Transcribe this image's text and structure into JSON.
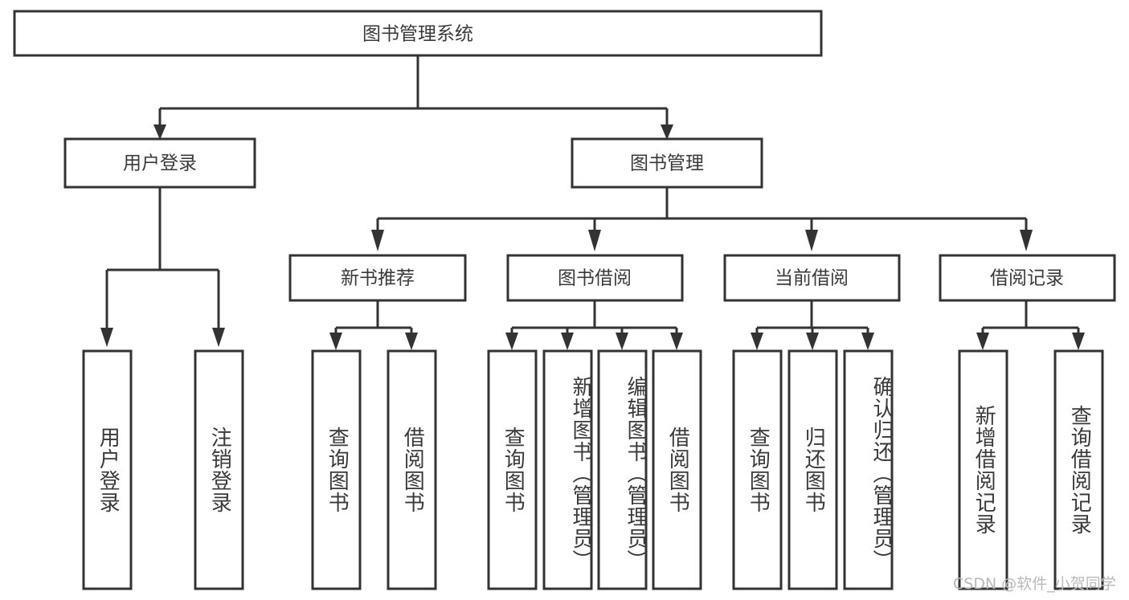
{
  "diagram": {
    "title": "图书管理系统",
    "type": "hierarchy-tree",
    "watermark": "CSDN @软件_小贺同学",
    "colors": {
      "stroke": "#333333",
      "box_fill": "#ffffff",
      "text": "#3a3a3a",
      "background": "#ffffff",
      "watermark": "#b9b9b9"
    },
    "root": {
      "label": "图书管理系统",
      "children": [
        {
          "label": "用户登录",
          "children": [
            {
              "label": "用户登录"
            },
            {
              "label": "注销登录"
            }
          ]
        },
        {
          "label": "图书管理",
          "children": [
            {
              "label": "新书推荐",
              "children": [
                {
                  "label": "查询图书"
                },
                {
                  "label": "借阅图书"
                }
              ]
            },
            {
              "label": "图书借阅",
              "children": [
                {
                  "label": "查询图书"
                },
                {
                  "label": "新增图书（管理员）"
                },
                {
                  "label": "编辑图书（管理员）"
                },
                {
                  "label": "借阅图书"
                }
              ]
            },
            {
              "label": "当前借阅",
              "children": [
                {
                  "label": "查询图书"
                },
                {
                  "label": "归还图书"
                },
                {
                  "label": "确认归还（管理员）"
                }
              ]
            },
            {
              "label": "借阅记录",
              "children": [
                {
                  "label": "新增借阅记录"
                },
                {
                  "label": "查询借阅记录"
                }
              ]
            }
          ]
        }
      ]
    },
    "nodes": {
      "root": {
        "label": "图书管理系统"
      },
      "l2": [
        {
          "label": "用户登录"
        },
        {
          "label": "图书管理"
        }
      ],
      "l3": [
        {
          "label": "新书推荐"
        },
        {
          "label": "图书借阅"
        },
        {
          "label": "当前借阅"
        },
        {
          "label": "借阅记录"
        }
      ],
      "leaves": [
        {
          "label": "用户登录"
        },
        {
          "label": "注销登录"
        },
        {
          "label": "查询图书"
        },
        {
          "label": "借阅图书"
        },
        {
          "label": "查询图书"
        },
        {
          "label": "新增图书（管理员）"
        },
        {
          "label": "编辑图书（管理员）"
        },
        {
          "label": "借阅图书"
        },
        {
          "label": "查询图书"
        },
        {
          "label": "归还图书"
        },
        {
          "label": "确认归还（管理员）"
        },
        {
          "label": "新增借阅记录"
        },
        {
          "label": "查询借阅记录"
        }
      ]
    }
  }
}
